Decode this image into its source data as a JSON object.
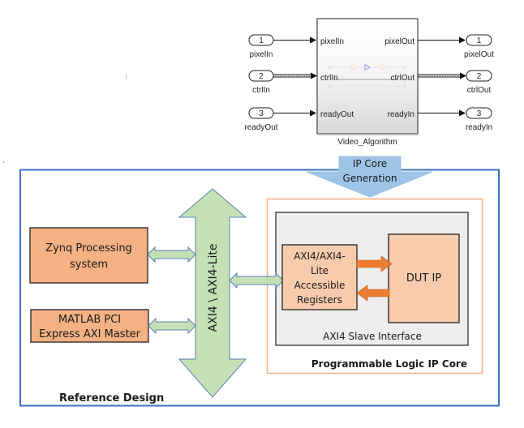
{
  "simulink": {
    "block_name": "Video_Algorithm",
    "inputs": [
      {
        "number": "1",
        "label": "pixelIn",
        "port": "pixelIn",
        "bus": false
      },
      {
        "number": "2",
        "label": "ctrlIn",
        "port": "ctrlIn",
        "bus": true
      },
      {
        "number": "3",
        "label": "readyOut",
        "port": "readyOut",
        "bus": false
      }
    ],
    "outputs": [
      {
        "number": "1",
        "label": "pixelOut",
        "port": "pixelOut",
        "bus": false
      },
      {
        "number": "2",
        "label": "ctrlOut",
        "port": "ctrlOut",
        "bus": true
      },
      {
        "number": "3",
        "label": "readyIn",
        "port": "readyIn",
        "bus": false
      }
    ]
  },
  "ip_core_arrow": {
    "line1": "IP Core",
    "line2": "Generation"
  },
  "reference_design": {
    "label": "Reference Design",
    "zynq": {
      "line1": "Zynq Processing",
      "line2": "system"
    },
    "matlab": {
      "line1": "MATLAB PCI",
      "line2": "Express AXI Master"
    },
    "bus_label": "AXI4 \\ AXI4-Lite"
  },
  "ip_core": {
    "label": "Programmable Logic IP Core",
    "slave_interface_label": "AXI4 Slave Interface",
    "registers": {
      "lines": [
        "AXI4/AXI4-",
        "Lite",
        "Accessible",
        "Registers"
      ]
    },
    "dut": {
      "label": "DUT IP"
    }
  },
  "colors": {
    "frame_blue": "#3a6fc4",
    "frame_orange": "#f4b183",
    "box_orange": "#f4b183",
    "box_peach": "#f8cbad",
    "arrow_green": "#c5e0b4",
    "arrow_green_stroke": "#5b7fb8",
    "arrow_blue": "#9dc3e6",
    "arrow_dark_orange": "#ed7d31",
    "gray_panel": "#ededed"
  }
}
